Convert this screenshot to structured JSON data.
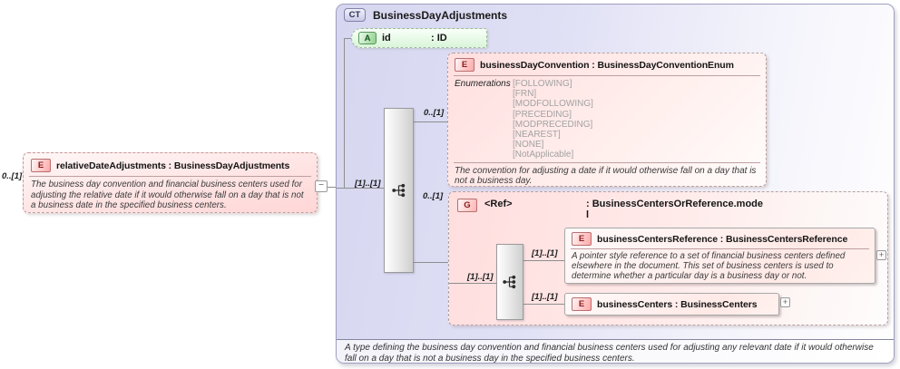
{
  "colors": {
    "container_fill": "#d9d9f2",
    "element_pink": "#ffdede",
    "attribute_green": "#daf5da",
    "dashed_border": "#b5a2a2",
    "connector_line": "#8f8f8f",
    "element_badge_text": "#8b1a1a",
    "attribute_badge_text": "#16561c"
  },
  "toggles": {
    "collapse": "−",
    "expand": "+"
  },
  "outside": {
    "cardinality": "0..[1]"
  },
  "relative_date_adjustments": {
    "badge": "E",
    "title": "relativeDateAdjustments : BusinessDayAdjustments",
    "annotation": "The business day convention and financial business centers used for adjusting the relative date if it would otherwise fall on a day that is not a business date in the specified business centers."
  },
  "container": {
    "badge": "CT",
    "title": "BusinessDayAdjustments",
    "footer_annotation": "A type defining the business day convention and financial business centers used for adjusting any relevant date if it would otherwise fall on a day that is not a business day in the specified business centers."
  },
  "id_attribute": {
    "badge": "A",
    "name": "id",
    "type": ": ID"
  },
  "main_sequence": {
    "cardinality": "[1]..[1]"
  },
  "business_day_convention": {
    "badge": "E",
    "cardinality": "0..[1]",
    "title": "businessDayConvention : BusinessDayConventionEnum",
    "enumerations_label": "Enumerations",
    "enumerations": [
      "[FOLLOWING]",
      "[FRN]",
      "[MODFOLLOWING]",
      "[PRECEDING]",
      "[MODPRECEDING]",
      "[NEAREST]",
      "[NONE]",
      "[NotApplicable]"
    ],
    "annotation": "The convention for adjusting a date if it would otherwise fall on a day that is not a business day."
  },
  "group_ref": {
    "badge": "G",
    "cardinality": "0..[1]",
    "name": "<Ref>",
    "type": ": BusinessCentersOrReference.mode\nl",
    "sequence_cardinality": "[1]..[1]"
  },
  "business_centers_reference": {
    "badge": "E",
    "cardinality": "[1]..[1]",
    "title": "businessCentersReference : BusinessCentersReference",
    "annotation": "A pointer style reference to a set of financial business centers defined elsewhere in the document. This set of business centers is used to determine whether a particular day is a business day or not."
  },
  "business_centers": {
    "badge": "E",
    "cardinality": "[1]..[1]",
    "title": "businessCenters : BusinessCenters"
  }
}
